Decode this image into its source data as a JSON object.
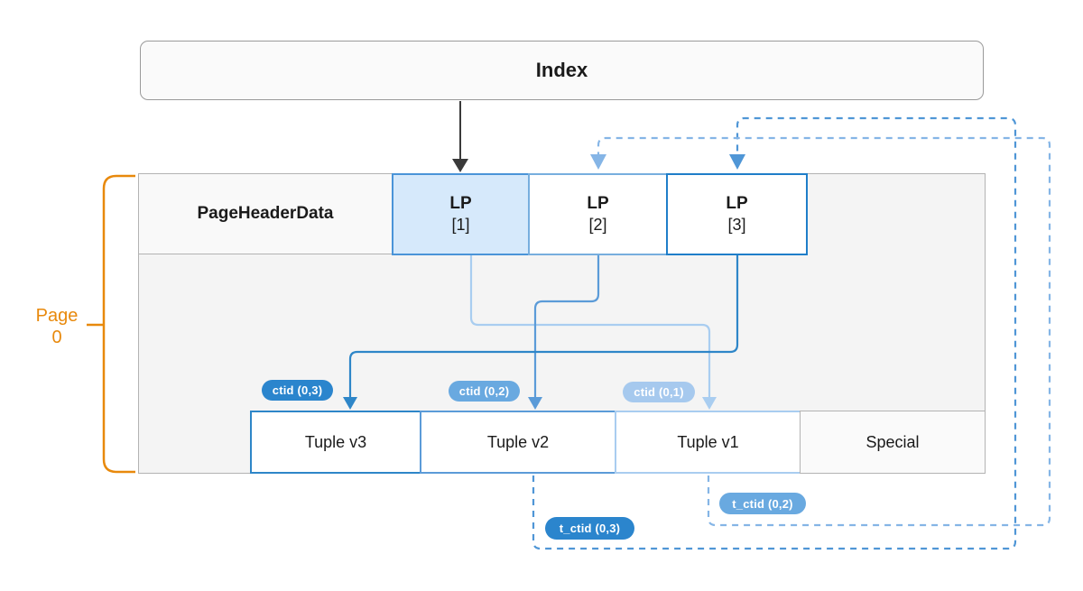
{
  "index": {
    "label": "Index"
  },
  "page": {
    "bracket_label": {
      "line1": "Page",
      "line2": "0"
    },
    "header_cell": "PageHeaderData",
    "line_pointers": [
      {
        "name": "LP",
        "index": "[1]"
      },
      {
        "name": "LP",
        "index": "[2]"
      },
      {
        "name": "LP",
        "index": "[3]"
      }
    ],
    "tuples": [
      "Tuple v3",
      "Tuple v2",
      "Tuple v1"
    ],
    "special_cell": "Special"
  },
  "badges": {
    "ctid_0_3": "ctid (0,3)",
    "ctid_0_2": "ctid (0,2)",
    "ctid_0_1": "ctid (0,1)",
    "t_ctid_0_3": "t_ctid (0,3)",
    "t_ctid_0_2": "t_ctid (0,2)"
  },
  "colors": {
    "orange": "#E8890C",
    "black_arrow": "#3A3A3A",
    "dark_blue": "#2E86C8",
    "medium_blue": "#5B9BD8",
    "light_blue": "#A9CDF0",
    "badge_dark": "#2B85CD",
    "badge_medium": "#69A9E0",
    "badge_light": "#A6C9EE",
    "dashed_medium": "#4F96D6",
    "dashed_light": "#85B5E6",
    "lp1_fill": "#D6E9FB",
    "lp1_border": "#4A94D8",
    "lp2_border": "#77AEDE",
    "lp3_border": "#1F7EC9"
  }
}
